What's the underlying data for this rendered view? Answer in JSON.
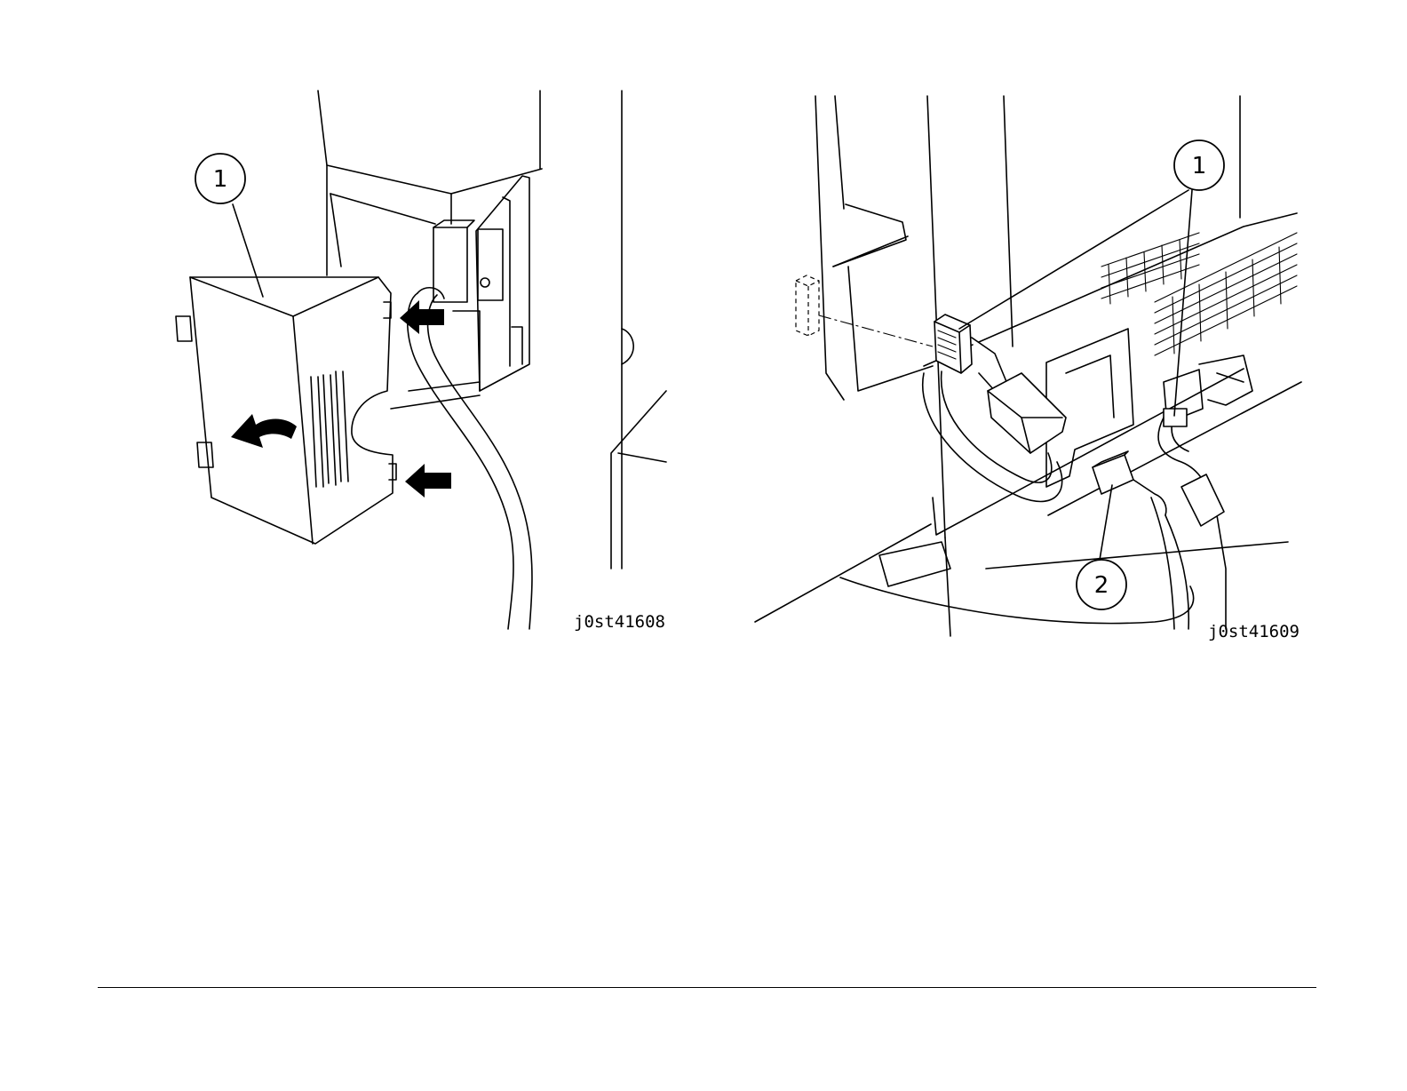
{
  "figures": [
    {
      "id_label": "j0st41608",
      "callouts": [
        "1"
      ]
    },
    {
      "id_label": "j0st41609",
      "callouts": [
        "1",
        "2"
      ]
    }
  ]
}
